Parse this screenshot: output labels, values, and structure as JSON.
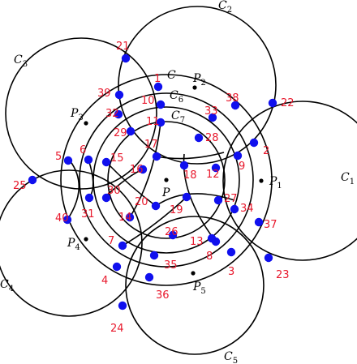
{
  "diagram": {
    "curve_labels": [
      {
        "id": "C1",
        "name": "C",
        "sub": "1"
      },
      {
        "id": "C2",
        "name": "C",
        "sub": "2"
      },
      {
        "id": "C3",
        "name": "C",
        "sub": "3"
      },
      {
        "id": "C4",
        "name": "C",
        "sub": "4"
      },
      {
        "id": "C5",
        "name": "C",
        "sub": "5"
      },
      {
        "id": "C",
        "name": "C",
        "sub": ""
      },
      {
        "id": "C6",
        "name": "C",
        "sub": "6"
      },
      {
        "id": "C7",
        "name": "C",
        "sub": "7"
      }
    ],
    "point_labels": [
      {
        "id": "P",
        "name": "P",
        "sub": ""
      },
      {
        "id": "P1",
        "name": "P",
        "sub": "1"
      },
      {
        "id": "P2",
        "name": "P",
        "sub": "2"
      },
      {
        "id": "P3",
        "name": "P",
        "sub": "3"
      },
      {
        "id": "P4",
        "name": "P",
        "sub": "4"
      },
      {
        "id": "P5",
        "name": "P",
        "sub": "5"
      }
    ],
    "vertex_labels": [
      "1",
      "2",
      "3",
      "4",
      "5",
      "6",
      "7",
      "8",
      "9",
      "10",
      "11",
      "12",
      "13",
      "14",
      "15",
      "16",
      "17",
      "18",
      "19",
      "20",
      "21",
      "22",
      "23",
      "24",
      "25",
      "26",
      "27",
      "28",
      "29",
      "30",
      "31",
      "32",
      "33",
      "34",
      "35",
      "36",
      "37",
      "38",
      "39",
      "40"
    ],
    "colors": {
      "vertex": "#1010ee",
      "vertex_label": "#e8182c",
      "curve": "#000000"
    }
  }
}
